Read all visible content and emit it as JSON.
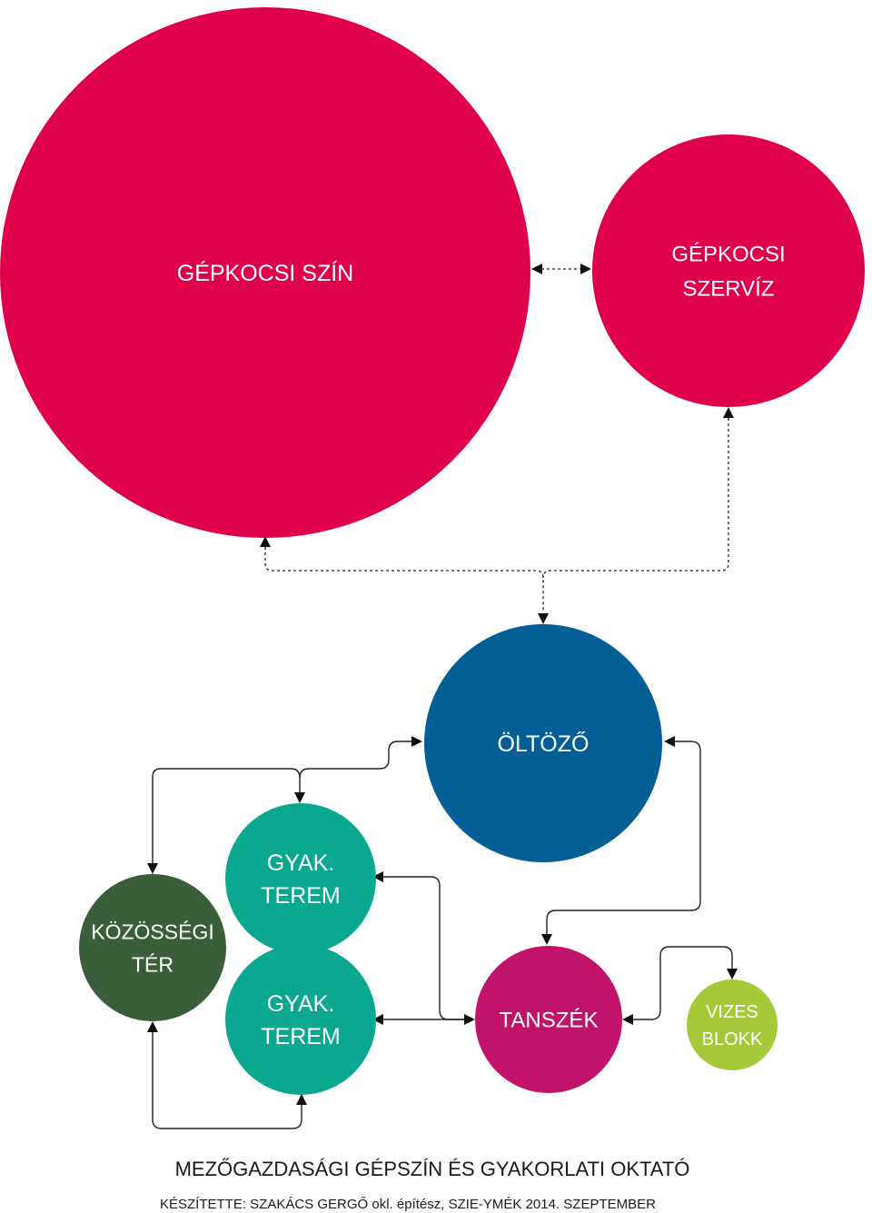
{
  "nodes": {
    "gepkocsi_szin": {
      "lines": [
        "GÉPKOCSI SZÍN"
      ],
      "color": "#e0004a",
      "text_color": "#ffffff"
    },
    "gepkocsi_szerviz": {
      "lines": [
        "GÉPKOCSI",
        "SZERVÍZ"
      ],
      "color": "#e0004a",
      "text_color": "#ffffff"
    },
    "oltozo": {
      "lines": [
        "ÖLTÖZŐ"
      ],
      "color": "#035f96",
      "text_color": "#ffffff"
    },
    "kozossegi_ter": {
      "lines": [
        "KÖZÖSSÉGI",
        "TÉR"
      ],
      "color": "#3a5e3a",
      "text_color": "#ffffff"
    },
    "gyak_terem_1": {
      "lines": [
        "GYAK.",
        "TEREM"
      ],
      "color": "#0aa88f",
      "text_color": "#ffffff"
    },
    "gyak_terem_2": {
      "lines": [
        "GYAK.",
        "TEREM"
      ],
      "color": "#0aa88f",
      "text_color": "#ffffff"
    },
    "tanszek": {
      "lines": [
        "TANSZÉK"
      ],
      "color": "#c2136a",
      "text_color": "#ffffff"
    },
    "vizes_blokk": {
      "lines": [
        "VIZES",
        "BLOKK"
      ],
      "color": "#a6c93a",
      "text_color": "#ffffff"
    }
  },
  "footer": {
    "title": "MEZŐGAZDASÁGI GÉPSZÍN ÉS GYAKORLATI OKTATÓ",
    "credit": "KÉSZÍTETTE: SZAKÁCS GERGŐ okl. építész, SZIE-YMÉK 2014. SZEPTEMBER"
  }
}
